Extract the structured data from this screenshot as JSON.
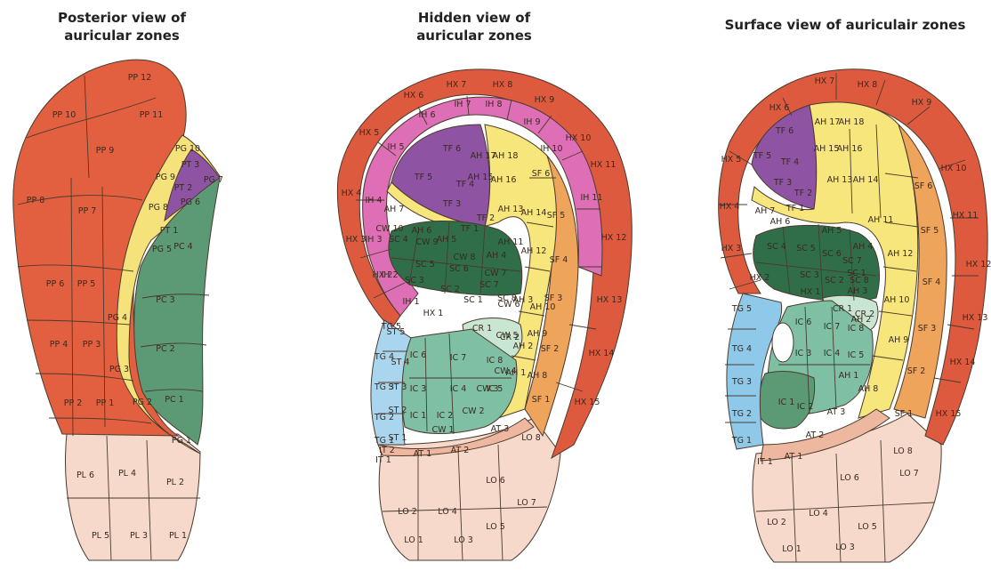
{
  "panels": [
    {
      "title_line1": "Posterior view of",
      "title_line2": "auricular zones",
      "labels": [
        "PP 12",
        "PP 10",
        "PP 11",
        "PP 9",
        "PP 8",
        "PP 7",
        "PP 6",
        "PP 5",
        "PP 4",
        "PP 3",
        "PP 2",
        "PP 1",
        "PG 10",
        "PT 3",
        "PG 9",
        "PT 2",
        "PG 7",
        "PG 6",
        "PG 8",
        "PT 1",
        "PG 5",
        "PC 4",
        "PC 3",
        "PG 4",
        "PC 2",
        "PG 3",
        "PC 1",
        "PG 2",
        "PG 1",
        "PL 6",
        "PL 4",
        "PL 2",
        "PL 5",
        "PL 3",
        "PL 1"
      ]
    },
    {
      "title_line1": "Hidden view of",
      "title_line2": "auricular zones",
      "labels": [
        "HX 7",
        "HX 8",
        "HX 6",
        "HX 9",
        "HX 5",
        "HX 10",
        "HX 11",
        "HX 4",
        "HX 3",
        "HX 12",
        "HX 2",
        "HX 13",
        "HX 14",
        "HX 15",
        "HX 1",
        "IH 7",
        "IH 8",
        "IH 6",
        "IH 9",
        "IH 5",
        "IH 10",
        "IH 11",
        "IH 4",
        "IH 3",
        "IH 2",
        "IH 1",
        "TF 6",
        "TF 5",
        "TF 4",
        "TF 3",
        "TF 2",
        "TF 1",
        "AH 17",
        "AH 18",
        "AH 15",
        "AH 16",
        "AH 13",
        "AH 14",
        "AH 7",
        "AH 6",
        "AH 5",
        "AH 11",
        "AH 12",
        "AH 4",
        "AH 3",
        "AH 10",
        "AH 9",
        "AH 2",
        "AH 1",
        "AH 8",
        "SF 6",
        "SF 5",
        "SF 4",
        "SF 3",
        "SF 2",
        "SF 1",
        "CW 10",
        "CW 9",
        "CW 8",
        "CW 7",
        "CW 6",
        "CW 5",
        "CW 4",
        "CW 3",
        "CW 2",
        "CW 1",
        "SC 4",
        "SC 5",
        "SC 6",
        "SC 3",
        "SC 2",
        "SC 1",
        "SC 7",
        "SC 8",
        "CR 1",
        "CR 2",
        "IC 6",
        "IC 7",
        "IC 8",
        "IC 3",
        "IC 4",
        "IC 5",
        "IC 1",
        "IC 2",
        "TG 5",
        "TG 4",
        "TG 3",
        "TG 2",
        "TG 1",
        "ST 5",
        "ST 4",
        "ST 3",
        "ST 2",
        "ST 1",
        "IT 2",
        "IT 1",
        "AT 1",
        "AT 2",
        "AT 3",
        "LO 8",
        "LO 6",
        "LO 7",
        "LO 2",
        "LO 4",
        "LO 5",
        "LO 1",
        "LO 3"
      ]
    },
    {
      "title_line1": "Surface view of auriculair zones",
      "title_line2": "",
      "labels": [
        "HX 7",
        "HX 8",
        "HX 6",
        "HX 9",
        "HX 5",
        "HX 10",
        "HX 4",
        "HX 11",
        "HX 3",
        "HX 12",
        "HX 2",
        "HX 13",
        "HX 14",
        "HX 15",
        "HX 1",
        "TF 6",
        "TF 5",
        "TF 4",
        "TF 3",
        "TF 2",
        "TF 1",
        "AH 17",
        "AH 18",
        "AH 15",
        "AH 16",
        "AH 13",
        "AH 14",
        "AH 7",
        "AH 6",
        "AH 11",
        "AH 5",
        "AH 4",
        "AH 12",
        "AH 3",
        "AH 10",
        "AH 2",
        "AH 9",
        "AH 1",
        "AH 8",
        "SF 6",
        "SF 5",
        "SF 4",
        "SF 3",
        "SF 2",
        "SF 1",
        "SC 4",
        "SC 5",
        "SC 6",
        "SC 3",
        "SC 2",
        "SC 1",
        "SC 7",
        "SC 8",
        "CR 1",
        "CR 2",
        "IC 6",
        "IC 7",
        "IC 8",
        "IC 3",
        "IC 4",
        "IC 5",
        "IC 1",
        "IC 2",
        "TG 5",
        "TG 4",
        "TG 3",
        "TG 2",
        "TG 1",
        "AT 3",
        "AT 2",
        "AT 1",
        "IT 1",
        "LO 8",
        "LO 6",
        "LO 7",
        "LO 4",
        "LO 2",
        "LO 5",
        "LO 1",
        "LO 3"
      ]
    }
  ],
  "colors": {
    "helix": "#dd5a3e",
    "posterior_periphery": "#e2603f",
    "lobe": "#f6d9cb",
    "groove": "#f5e27a",
    "pink": "#de6eb5",
    "purple": "#8e53a3",
    "yellow": "#f7e67c",
    "orange": "#eea45a",
    "green": "#5b9a74",
    "dark_green": "#2f6e48",
    "teal": "#7fbfa4",
    "light_green": "#c9e6d3",
    "light_blue": "#a9d6ee",
    "blue": "#8ec9ea",
    "salmon": "#eeb7a0"
  }
}
